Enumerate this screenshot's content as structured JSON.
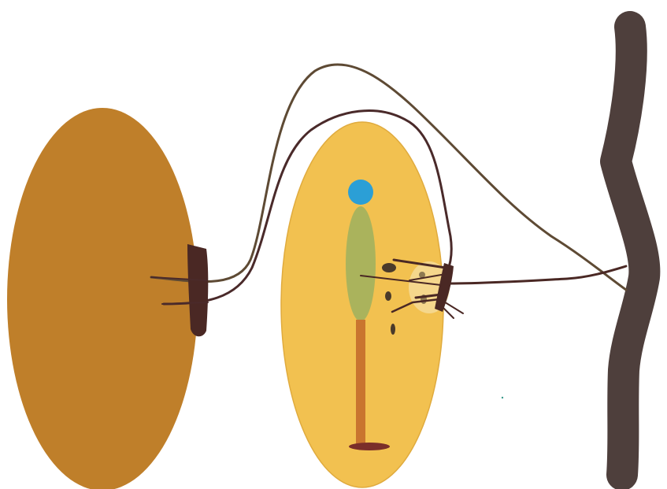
{
  "colors": {
    "background": "#ffffff",
    "left_cell": "#bf7f2a",
    "middle_cell": "#f2c150",
    "middle_cell_outline": "#e0ab3e",
    "attachment_dark": "#4a2824",
    "filament_brown": "#5e4a34",
    "filament_dark": "#4a2a2a",
    "right_stalk": "#4e3f3c",
    "nucleus_blue": "#2b9fd6",
    "green_body": "#aab35c",
    "stalk_orange": "#c9752f",
    "base_plate": "#7a2e2a",
    "light_patch": "#f5dea0",
    "small_dots": "#4a3a2a"
  },
  "icons": {
    "left_cell": "large-brown-oval",
    "middle_cell": "yellow-oval",
    "right_stalk": "wavy-dark-stalk",
    "nucleus": "blue-dot",
    "filaments": "curved-lines"
  }
}
